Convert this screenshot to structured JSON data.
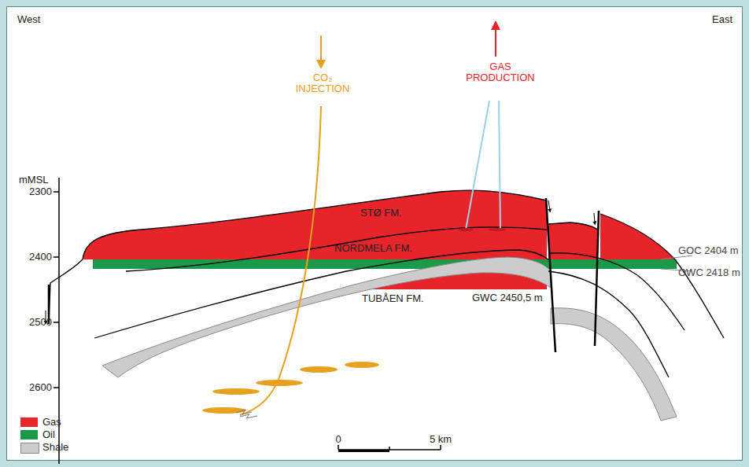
{
  "diagram": {
    "labels": [
      "West",
      "East",
      "CO₂ INJECTION",
      "GAS PRODUCTION",
      "mMSL",
      "2300",
      "2400",
      "2500",
      "2600",
      "STØ FM.",
      "NORDMELA FM.",
      "TUBÅEN FM.",
      "GWC 2450,5 m",
      "GOC 2404 m",
      "OWC 2418 m",
      "0",
      "5 km"
    ],
    "legend": [
      {
        "text": "Gas",
        "color": "#e8242b"
      },
      {
        "text": "Oil",
        "color": "#1a9a48"
      },
      {
        "text": "Shale",
        "color": "#cccccc"
      }
    ]
  }
}
